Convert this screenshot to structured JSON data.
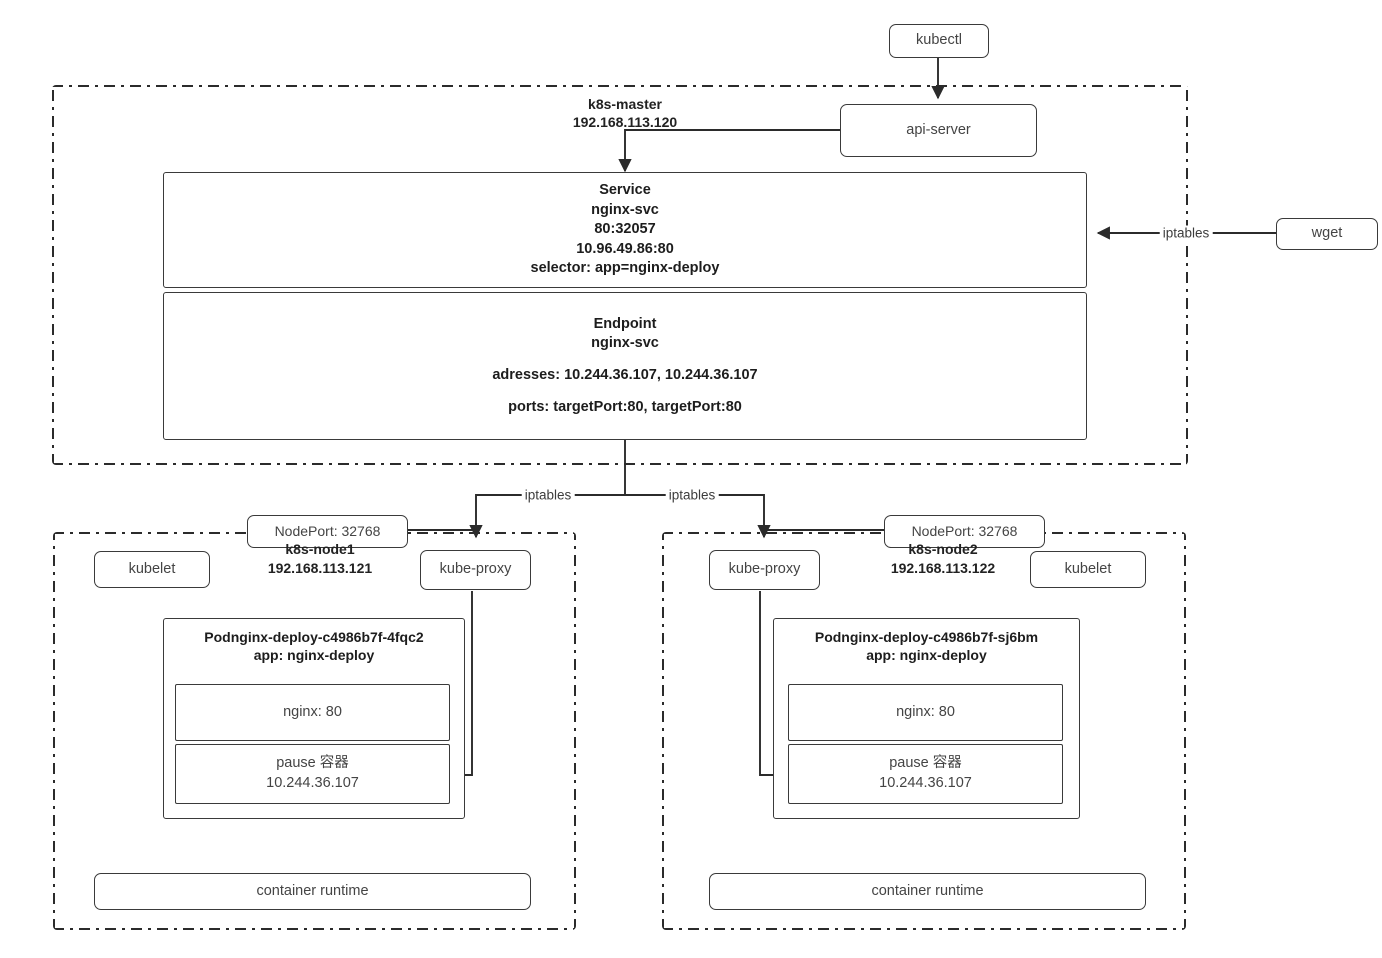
{
  "diagram": {
    "title": "Kubernetes Service / NodePort traffic flow",
    "colors": {
      "stroke": "#3a3a3a",
      "dash": "#2b2b2b",
      "text": "#444444",
      "bold_text": "#1d1d1d",
      "background": "#ffffff"
    }
  },
  "external": {
    "kubectl": "kubectl",
    "wget": "wget"
  },
  "master": {
    "name": "k8s-master",
    "ip": "192.168.113.120",
    "api_server": "api-server",
    "service": {
      "title": "Service",
      "name": "nginx-svc",
      "ports": "80:32057",
      "cluster_ip": "10.96.49.86:80",
      "selector": "selector: app=nginx-deploy"
    },
    "endpoint": {
      "title": "Endpoint",
      "name": "nginx-svc",
      "addresses": "adresses: 10.244.36.107, 10.244.36.107",
      "ports": "ports: targetPort:80, targetPort:80"
    }
  },
  "edges": {
    "iptables_right": "iptables",
    "iptables_left": "iptables",
    "iptables_mid": "iptables"
  },
  "nodes": [
    {
      "id": "node1",
      "name": "k8s-node1",
      "ip": "192.168.113.121",
      "nodeport": "NodePort: 32768",
      "kubelet": "kubelet",
      "kube_proxy": "kube-proxy",
      "container_runtime": "container runtime",
      "pod": {
        "name": "Podnginx-deploy-c4986b7f-4fqc2",
        "app": "app: nginx-deploy",
        "containers": [
          {
            "label": "nginx: 80"
          },
          {
            "label": "pause 容器",
            "ip": "10.244.36.107"
          }
        ]
      }
    },
    {
      "id": "node2",
      "name": "k8s-node2",
      "ip": "192.168.113.122",
      "nodeport": "NodePort: 32768",
      "kubelet": "kubelet",
      "kube_proxy": "kube-proxy",
      "container_runtime": "container runtime",
      "pod": {
        "name": "Podnginx-deploy-c4986b7f-sj6bm",
        "app": "app: nginx-deploy",
        "containers": [
          {
            "label": "nginx: 80"
          },
          {
            "label": "pause 容器",
            "ip": "10.244.36.107"
          }
        ]
      }
    }
  ]
}
